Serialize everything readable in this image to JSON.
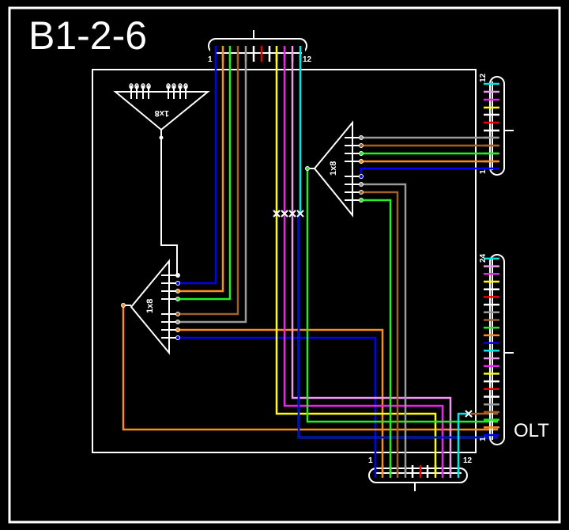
{
  "title": "B1-2-6",
  "olt_label": "OLT",
  "colors": {
    "background": "#000000",
    "line": "#ffffff",
    "blue": "#0000ff",
    "orange": "#ff8c1a",
    "green": "#22ee22",
    "brown": "#a0602a",
    "gray": "#9a9a9a",
    "white": "#ffffff",
    "red": "#ee0000",
    "black": "#000000",
    "yellow": "#ffff00",
    "violet": "#ee22ee",
    "rose": "#ee99ee",
    "aqua": "#00e5e5"
  },
  "fiber_color_code": [
    "blue",
    "orange",
    "green",
    "brown",
    "gray",
    "white",
    "red",
    "black",
    "yellow",
    "violet",
    "rose",
    "aqua"
  ],
  "cables": {
    "top": {
      "first_label": "1",
      "last_label": "12",
      "fibers": 12
    },
    "right_upper": {
      "first_label": "1",
      "last_label": "12",
      "fibers": 12
    },
    "right_olt": {
      "first_label": "1",
      "last_label": "24",
      "fibers": 24
    },
    "bottom": {
      "first_label": "1",
      "last_label": "12",
      "fibers": 12
    }
  },
  "splitters": [
    {
      "id": "splitter-top",
      "label": "1x8"
    },
    {
      "id": "splitter-right",
      "label": "1x8"
    },
    {
      "id": "splitter-left",
      "label": "1x8"
    }
  ],
  "cut_marks": {
    "top_cable_count": 4,
    "olt_count": 1
  }
}
